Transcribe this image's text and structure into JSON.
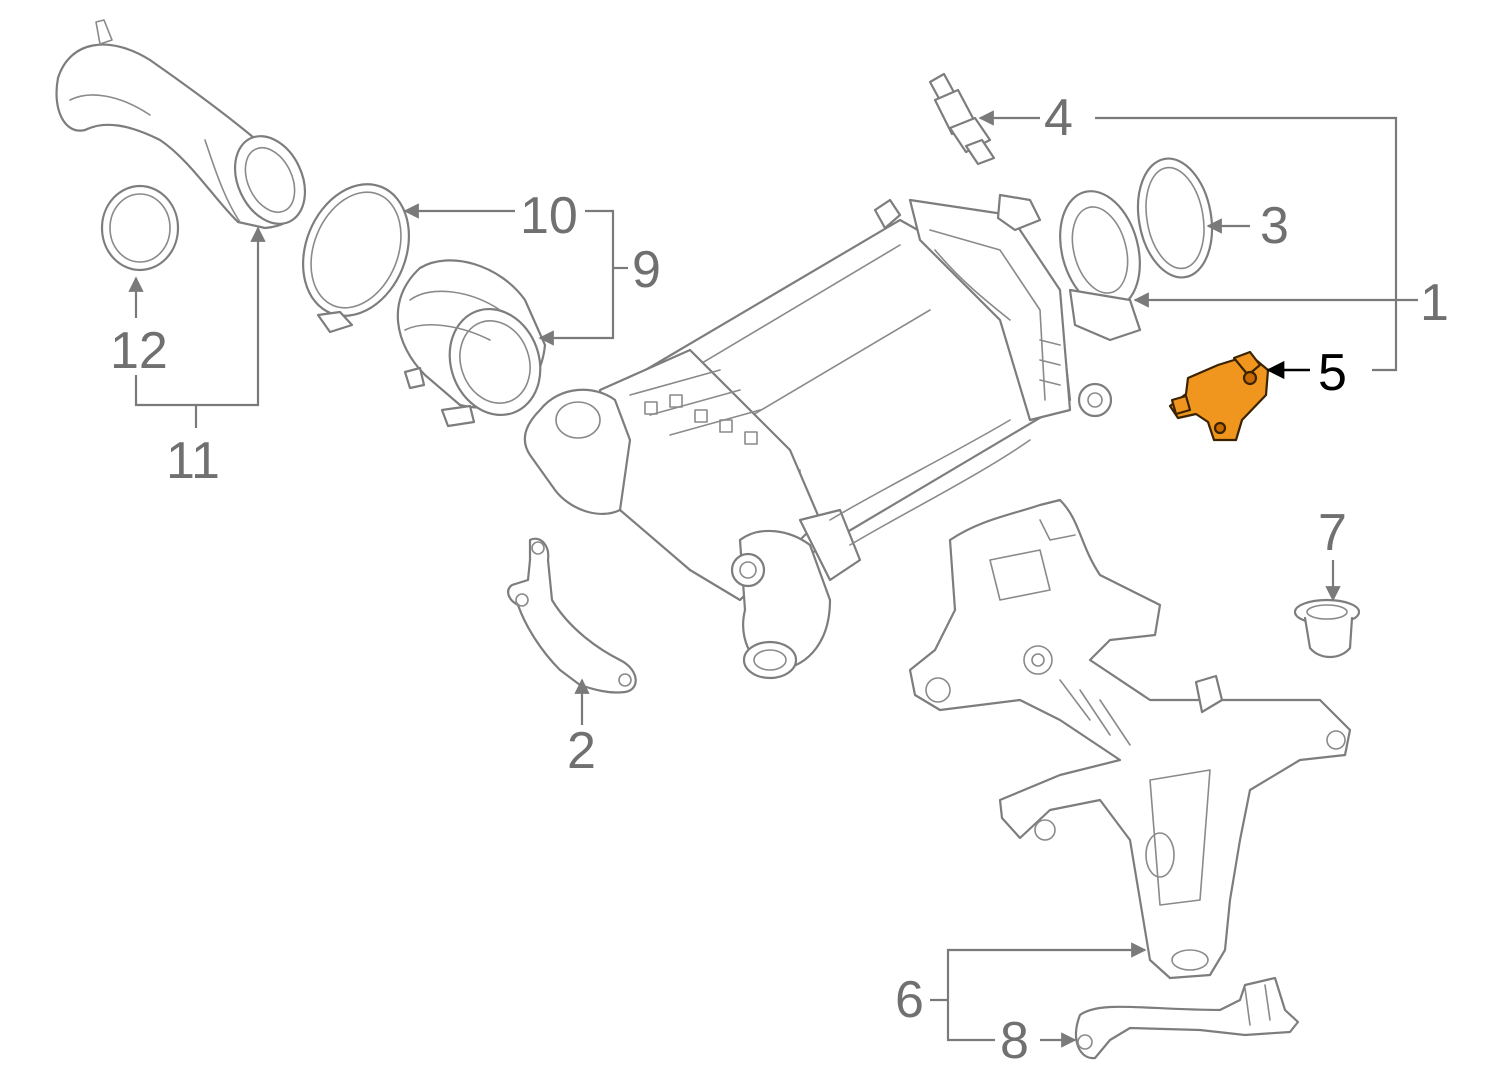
{
  "diagram": {
    "highlight_color": "#f0961e",
    "line_color": "#7a7a7a",
    "callouts": [
      {
        "id": "1",
        "label": "1"
      },
      {
        "id": "2",
        "label": "2"
      },
      {
        "id": "3",
        "label": "3"
      },
      {
        "id": "4",
        "label": "4"
      },
      {
        "id": "5",
        "label": "5",
        "highlighted": true
      },
      {
        "id": "6",
        "label": "6"
      },
      {
        "id": "7",
        "label": "7"
      },
      {
        "id": "8",
        "label": "8"
      },
      {
        "id": "9",
        "label": "9"
      },
      {
        "id": "10",
        "label": "10"
      },
      {
        "id": "11",
        "label": "11"
      },
      {
        "id": "12",
        "label": "12"
      }
    ]
  }
}
